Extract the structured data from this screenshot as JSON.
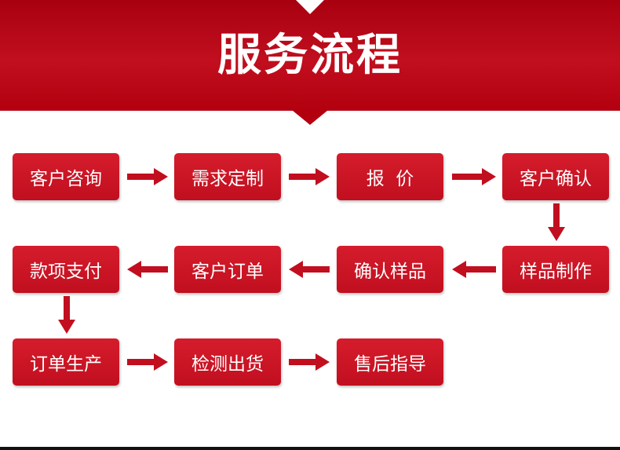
{
  "title": "服务流程",
  "steps": [
    {
      "id": "consult",
      "label": "客户咨询"
    },
    {
      "id": "customize",
      "label": "需求定制"
    },
    {
      "id": "quote",
      "label": "报  价"
    },
    {
      "id": "confirm",
      "label": "客户确认"
    },
    {
      "id": "sample-make",
      "label": "样品制作"
    },
    {
      "id": "sample-confirm",
      "label": "确认样品"
    },
    {
      "id": "order",
      "label": "客户订单"
    },
    {
      "id": "payment",
      "label": "款项支付"
    },
    {
      "id": "production",
      "label": "订单生产"
    },
    {
      "id": "inspection",
      "label": "检测出货"
    },
    {
      "id": "aftersale",
      "label": "售后指导"
    }
  ],
  "colors": {
    "accent": "#c10f1f",
    "banner": "#b3000f",
    "text": "#ffffff"
  },
  "arrow_icon": "arrow-icon"
}
